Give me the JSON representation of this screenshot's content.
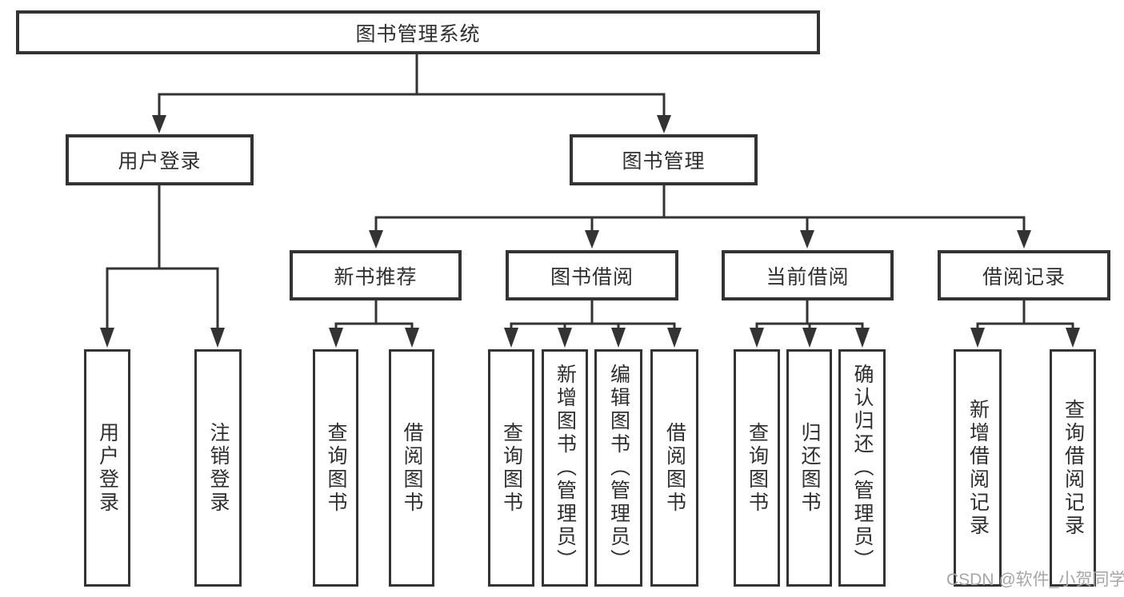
{
  "colors": {
    "line": "#333333",
    "text": "#2f2f2f",
    "watermark": "#a6a6a6",
    "background": "#ffffff"
  },
  "watermark": {
    "text": "CSDN @软件_小贺同学"
  },
  "tree": {
    "label": "图书管理系统",
    "children": [
      {
        "label": "用户登录",
        "children": [
          {
            "label": "用户登录"
          },
          {
            "label": "注销登录"
          }
        ]
      },
      {
        "label": "图书管理",
        "children": [
          {
            "label": "新书推荐",
            "children": [
              {
                "label": "查询图书"
              },
              {
                "label": "借阅图书"
              }
            ]
          },
          {
            "label": "图书借阅",
            "children": [
              {
                "label": "查询图书"
              },
              {
                "label": "新增图书（管理员）"
              },
              {
                "label": "编辑图书（管理员）"
              },
              {
                "label": "借阅图书"
              }
            ]
          },
          {
            "label": "当前借阅",
            "children": [
              {
                "label": "查询图书"
              },
              {
                "label": "归还图书"
              },
              {
                "label": "确认归还（管理员）"
              }
            ]
          },
          {
            "label": "借阅记录",
            "children": [
              {
                "label": "新增借阅记录"
              },
              {
                "label": "查询借阅记录"
              }
            ]
          }
        ]
      }
    ]
  }
}
